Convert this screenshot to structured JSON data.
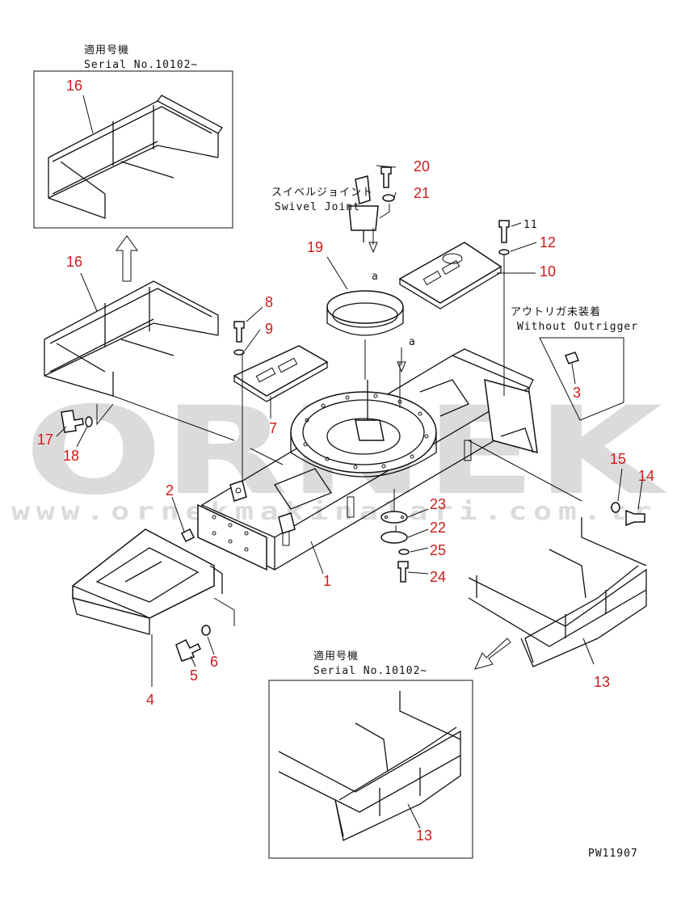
{
  "diagram": {
    "inset_top": {
      "caption_jp": "適用号機",
      "caption_en": "Serial No.10102~",
      "part": "16"
    },
    "inset_bottom": {
      "caption_jp": "適用号機",
      "caption_en": "Serial No.10102~",
      "part": "13"
    },
    "swivel": {
      "jp": "スイベルジョイント",
      "en": "Swivel Joint"
    },
    "outrigger": {
      "jp": "アウトリガ未装着",
      "en": "Without Outrigger"
    },
    "ref_a_1": "a",
    "ref_a_2": "a",
    "drawing_no": "PW11907",
    "watermark_logo": "ORNEK",
    "watermark_url": "www.ornekmakinalari.com.tr",
    "labels": {
      "p1": "1",
      "p2": "2",
      "p3": "3",
      "p4": "4",
      "p5": "5",
      "p6": "6",
      "p7": "7",
      "p8": "8",
      "p9": "9",
      "p10": "10",
      "p11": "11",
      "p12": "12",
      "p13": "13",
      "p14": "14",
      "p15": "15",
      "p16": "16",
      "p17": "17",
      "p18": "18",
      "p19": "19",
      "p20": "20",
      "p21": "21",
      "p22": "22",
      "p23": "23",
      "p24": "24",
      "p25": "25"
    }
  }
}
